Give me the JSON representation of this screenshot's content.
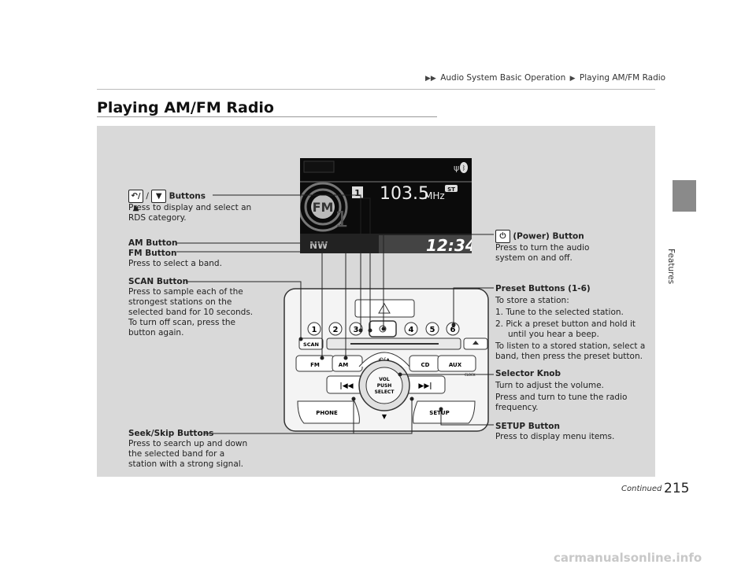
{
  "breadcrumb": {
    "item1": "Audio System Basic Operation",
    "item2": "Playing AM/FM Radio"
  },
  "title": "Playing AM/FM Radio",
  "side_tab_label": "Features",
  "footer": {
    "continued": "Continued",
    "page_number": "215"
  },
  "watermark": "carmanualsonline.info",
  "screen": {
    "frequency": "103.5",
    "unit": "MHz",
    "stereo_badge": "ST",
    "band": "FM",
    "preset_number": "1",
    "preset_badge": "1",
    "compass": "NW",
    "clock": "12:34"
  },
  "stereo": {
    "presets": [
      "1",
      "2",
      "3",
      "4",
      "5",
      "6"
    ],
    "scan": "SCAN",
    "fm": "FM",
    "am": "AM",
    "cd": "CD",
    "aux": "AUX",
    "knob": [
      "VOL",
      "PUSH",
      "SELECT"
    ],
    "phone": "PHONE",
    "setup": "SETUP",
    "clock_label": "CLOCK",
    "back_label": "↶/▲",
    "down_label": "▼"
  },
  "labels": {
    "buttons": {
      "sep": "/",
      "title": "Buttons",
      "desc": [
        "Press to display and select an",
        "RDS category."
      ]
    },
    "am_fm": {
      "title1": "AM Button",
      "title2": "FM Button",
      "desc": "Press to select a band."
    },
    "scan": {
      "title": "SCAN Button",
      "desc": [
        "Press to sample each of the",
        "strongest stations on the",
        "selected band for 10 seconds.",
        "To turn off scan, press the",
        "button again."
      ]
    },
    "seek": {
      "title": "Seek/Skip Buttons",
      "desc": [
        "Press to search up and down",
        "the selected band for a",
        "station with a strong signal."
      ]
    },
    "power": {
      "title": "(Power) Button",
      "desc": [
        "Press to turn the audio",
        "system on and off."
      ]
    },
    "preset": {
      "title": "Preset Buttons (1-6)",
      "intro": "To store a station:",
      "step1": "1.  Tune to the selected station.",
      "step2a": "2.  Pick a preset button and hold it",
      "step2b": "until you hear a beep.",
      "outro": [
        "To listen to a stored station, select a",
        "band, then press the preset button."
      ]
    },
    "selector": {
      "title": "Selector Knob",
      "desc1": "Turn to adjust the volume.",
      "desc2": [
        "Press and turn to tune the radio",
        "frequency."
      ]
    },
    "setup": {
      "title": "SETUP Button",
      "desc": "Press to display menu items."
    }
  }
}
